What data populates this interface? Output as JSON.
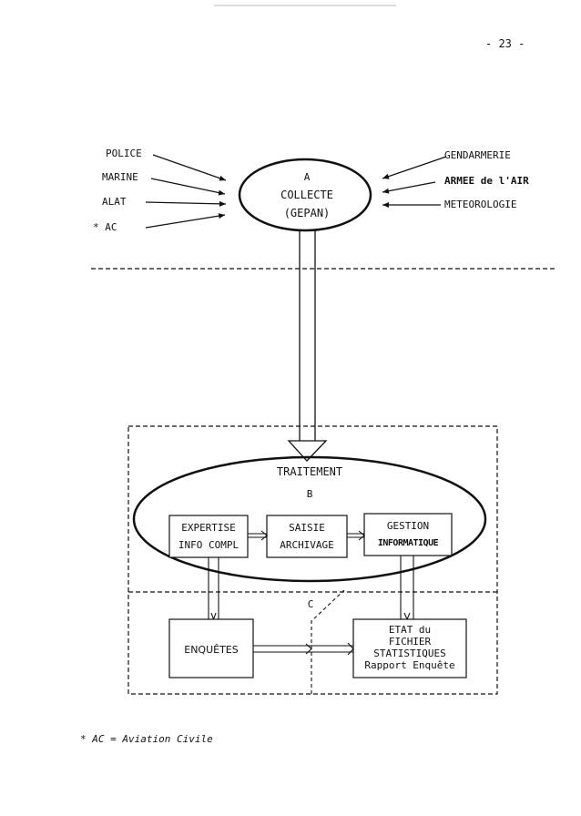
{
  "page_number": "- 23 -",
  "sources_left": [
    "POLICE",
    "MARINE",
    "ALAT",
    "* AC"
  ],
  "sources_right": [
    "GENDARMERIE",
    "ARMEE de l'AIR",
    "METEOROLOGIE"
  ],
  "collecte": {
    "letter": "A",
    "line1": "COLLECTE",
    "line2": "(GEPAN)"
  },
  "traitement": {
    "title": "TRAITEMENT",
    "letter": "B"
  },
  "boxes": {
    "expertise": [
      "EXPERTISE",
      "INFO COMPL"
    ],
    "saisie": [
      "SAISIE",
      "ARCHIVAGE"
    ],
    "gestion": [
      "GESTION",
      "INFORMATIQUE"
    ],
    "enquetes": "ENQUÊTES",
    "etat": [
      "ETAT du",
      "FICHIER",
      "STATISTIQUES",
      "Rapport Enquête"
    ]
  },
  "zone_c": "C",
  "footnote": "* AC = Aviation Civile"
}
